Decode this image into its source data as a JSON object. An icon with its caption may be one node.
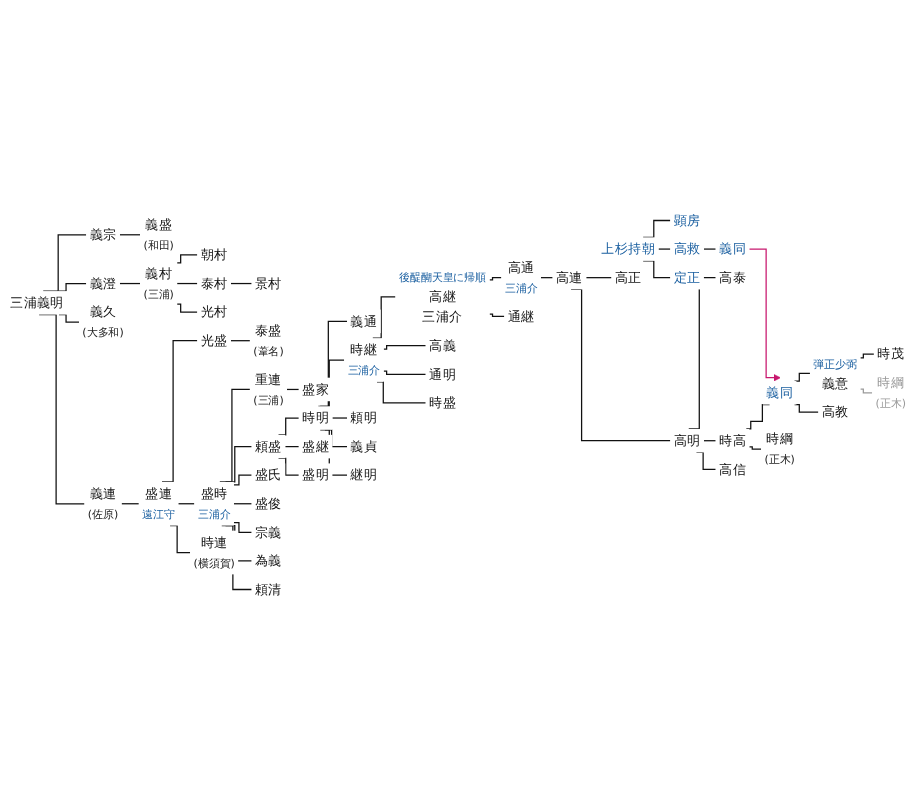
{
  "diagram": {
    "nodes": [
      {
        "text": [
          "三浦義明"
        ]
      },
      {
        "text": [
          "義宗"
        ]
      },
      {
        "text": [
          "義盛",
          "(和田)"
        ]
      },
      {
        "text": [
          "義澄"
        ]
      },
      {
        "text": [
          "義村",
          "(三浦)"
        ]
      },
      {
        "text": [
          "朝村"
        ]
      },
      {
        "text": [
          "泰村"
        ]
      },
      {
        "text": [
          "景村"
        ]
      },
      {
        "text": [
          "義久",
          "(大多和)"
        ]
      },
      {
        "text": [
          "光村"
        ]
      },
      {
        "text": [
          "義連",
          "(佐原)"
        ]
      },
      {
        "text": [
          "盛連",
          "遠江守"
        ]
      },
      {
        "text": [
          "光盛"
        ]
      },
      {
        "text": [
          "泰盛",
          "(葦名)"
        ]
      },
      {
        "text": [
          "盛時",
          "三浦介"
        ]
      },
      {
        "text": [
          "時連",
          "(横須賀)"
        ]
      },
      {
        "text": [
          "重連",
          "(三浦)"
        ]
      },
      {
        "text": [
          "盛家"
        ]
      },
      {
        "text": [
          "頼盛"
        ]
      },
      {
        "text": [
          "盛氏"
        ]
      },
      {
        "text": [
          "盛俊"
        ]
      },
      {
        "text": [
          "宗義"
        ]
      },
      {
        "text": [
          "為義"
        ]
      },
      {
        "text": [
          "頼清"
        ]
      },
      {
        "text": [
          "時明"
        ]
      },
      {
        "text": [
          "盛継"
        ]
      },
      {
        "text": [
          "盛明"
        ]
      },
      {
        "text": [
          "義通"
        ]
      },
      {
        "text": [
          "時継",
          "三浦介"
        ]
      },
      {
        "text": [
          "頼明"
        ]
      },
      {
        "text": [
          "義貞"
        ]
      },
      {
        "text": [
          "継明"
        ]
      },
      {
        "text": [
          "後醍醐天皇に帰順",
          "高継",
          "三浦介"
        ]
      },
      {
        "text": [
          "高義"
        ]
      },
      {
        "text": [
          "通明"
        ]
      },
      {
        "text": [
          "時盛"
        ]
      },
      {
        "text": [
          "高通",
          "三浦介"
        ]
      },
      {
        "text": [
          "通継"
        ]
      },
      {
        "text": [
          "高連"
        ]
      },
      {
        "text": [
          "上杉持朝"
        ]
      },
      {
        "text": [
          "顕房"
        ]
      },
      {
        "text": [
          "高救"
        ]
      },
      {
        "text": [
          "義同"
        ]
      },
      {
        "text": [
          "定正"
        ]
      },
      {
        "text": [
          "高明"
        ]
      },
      {
        "text": [
          "高正"
        ]
      },
      {
        "text": [
          "高泰"
        ]
      },
      {
        "text": [
          "時高"
        ]
      },
      {
        "text": [
          "高信"
        ]
      },
      {
        "text": [
          "義同"
        ]
      },
      {
        "text": [
          "時綱",
          "(正木)"
        ]
      },
      {
        "text": [
          "弾正少弼",
          "義意"
        ]
      },
      {
        "text": [
          "高教"
        ]
      },
      {
        "text": [
          "時茂"
        ]
      },
      {
        "text": [
          "時綱",
          "(正木)"
        ]
      }
    ],
    "edges": [
      {
        "from": 0,
        "to": 1,
        "arrow": "none"
      },
      {
        "from": 0,
        "to": 3,
        "arrow": "none"
      },
      {
        "from": 0,
        "to": 8,
        "arrow": "none"
      },
      {
        "from": 0,
        "to": 10,
        "arrow": "none"
      },
      {
        "from": 1,
        "to": 2,
        "arrow": "none"
      },
      {
        "from": 3,
        "to": 4,
        "arrow": "none"
      },
      {
        "from": 4,
        "to": 5,
        "arrow": "none"
      },
      {
        "from": 4,
        "to": 6,
        "arrow": "none"
      },
      {
        "from": 4,
        "to": 9,
        "arrow": "none"
      },
      {
        "from": 6,
        "to": 7,
        "arrow": "none"
      },
      {
        "from": 10,
        "to": 11,
        "arrow": "none"
      },
      {
        "from": 11,
        "to": 12,
        "arrow": "none"
      },
      {
        "from": 11,
        "to": 14,
        "arrow": "none"
      },
      {
        "from": 11,
        "to": 15,
        "arrow": "none"
      },
      {
        "from": 12,
        "to": 13,
        "arrow": "none"
      },
      {
        "from": 14,
        "to": 16,
        "arrow": "none"
      },
      {
        "from": 14,
        "to": 18,
        "arrow": "none"
      },
      {
        "from": 14,
        "to": 19,
        "arrow": "none"
      },
      {
        "from": 14,
        "to": 20,
        "arrow": "none"
      },
      {
        "from": 14,
        "to": 21,
        "arrow": "none"
      },
      {
        "from": 14,
        "to": 22,
        "arrow": "none"
      },
      {
        "from": 14,
        "to": 23,
        "arrow": "none"
      },
      {
        "from": 16,
        "to": 17,
        "arrow": "none"
      },
      {
        "from": 18,
        "to": 24,
        "arrow": "none"
      },
      {
        "from": 18,
        "to": 25,
        "arrow": "none"
      },
      {
        "from": 18,
        "to": 26,
        "arrow": "none"
      },
      {
        "from": 24,
        "to": 27,
        "arrow": "none"
      },
      {
        "from": 24,
        "to": 28,
        "arrow": "none"
      },
      {
        "from": 24,
        "to": 29,
        "arrow": "none"
      },
      {
        "from": 24,
        "to": 30,
        "arrow": "none"
      },
      {
        "from": 24,
        "to": 31,
        "arrow": "none"
      },
      {
        "from": 28,
        "to": 32,
        "arrow": "none"
      },
      {
        "from": 28,
        "to": 33,
        "arrow": "none"
      },
      {
        "from": 28,
        "to": 34,
        "arrow": "none"
      },
      {
        "from": 28,
        "to": 35,
        "arrow": "none"
      },
      {
        "from": 32,
        "to": 36,
        "arrow": "none"
      },
      {
        "from": 32,
        "to": 37,
        "arrow": "none"
      },
      {
        "from": 36,
        "to": 38,
        "arrow": "none"
      },
      {
        "from": 38,
        "to": 44,
        "arrow": "none"
      },
      {
        "from": 38,
        "to": 45,
        "arrow": "none"
      },
      {
        "from": 39,
        "to": 40,
        "arrow": "none"
      },
      {
        "from": 39,
        "to": 41,
        "arrow": "none"
      },
      {
        "from": 39,
        "to": 43,
        "arrow": "none"
      },
      {
        "from": 41,
        "to": 42,
        "arrow": "none"
      },
      {
        "from": 42,
        "to": 49,
        "arrow": "to",
        "color": "#c8186e"
      },
      {
        "from": 44,
        "to": 46,
        "arrow": "none"
      },
      {
        "from": 44,
        "to": 47,
        "arrow": "none"
      },
      {
        "from": 44,
        "to": 48,
        "arrow": "none"
      },
      {
        "from": 47,
        "to": 49,
        "arrow": "none"
      },
      {
        "from": 47,
        "to": 50,
        "arrow": "none"
      },
      {
        "from": 49,
        "to": 51,
        "arrow": "none"
      },
      {
        "from": 49,
        "to": 52,
        "arrow": "none"
      },
      {
        "from": 51,
        "to": 53,
        "arrow": "none"
      },
      {
        "from": 51,
        "to": 54,
        "arrow": "none",
        "color": "#9a9a9a"
      }
    ]
  }
}
